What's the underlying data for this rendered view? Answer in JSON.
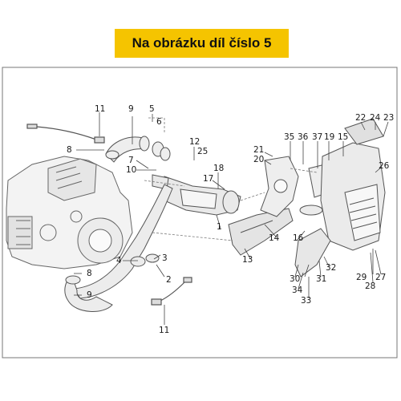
{
  "banner": {
    "text": "Na obrázku díl číslo 5",
    "bg_color": "#f5c400"
  },
  "diagram": {
    "line_color": "#555555",
    "part_numbers": [
      "11",
      "9",
      "5",
      "6",
      "8",
      "7",
      "10",
      "12",
      "25",
      "18",
      "17",
      "1",
      "2",
      "3",
      "4",
      "8",
      "9",
      "11",
      "35",
      "36",
      "37",
      "19",
      "15",
      "22",
      "24",
      "23",
      "21",
      "20",
      "26",
      "14",
      "16",
      "13",
      "30",
      "31",
      "32",
      "34",
      "33",
      "29",
      "27",
      "28"
    ]
  }
}
